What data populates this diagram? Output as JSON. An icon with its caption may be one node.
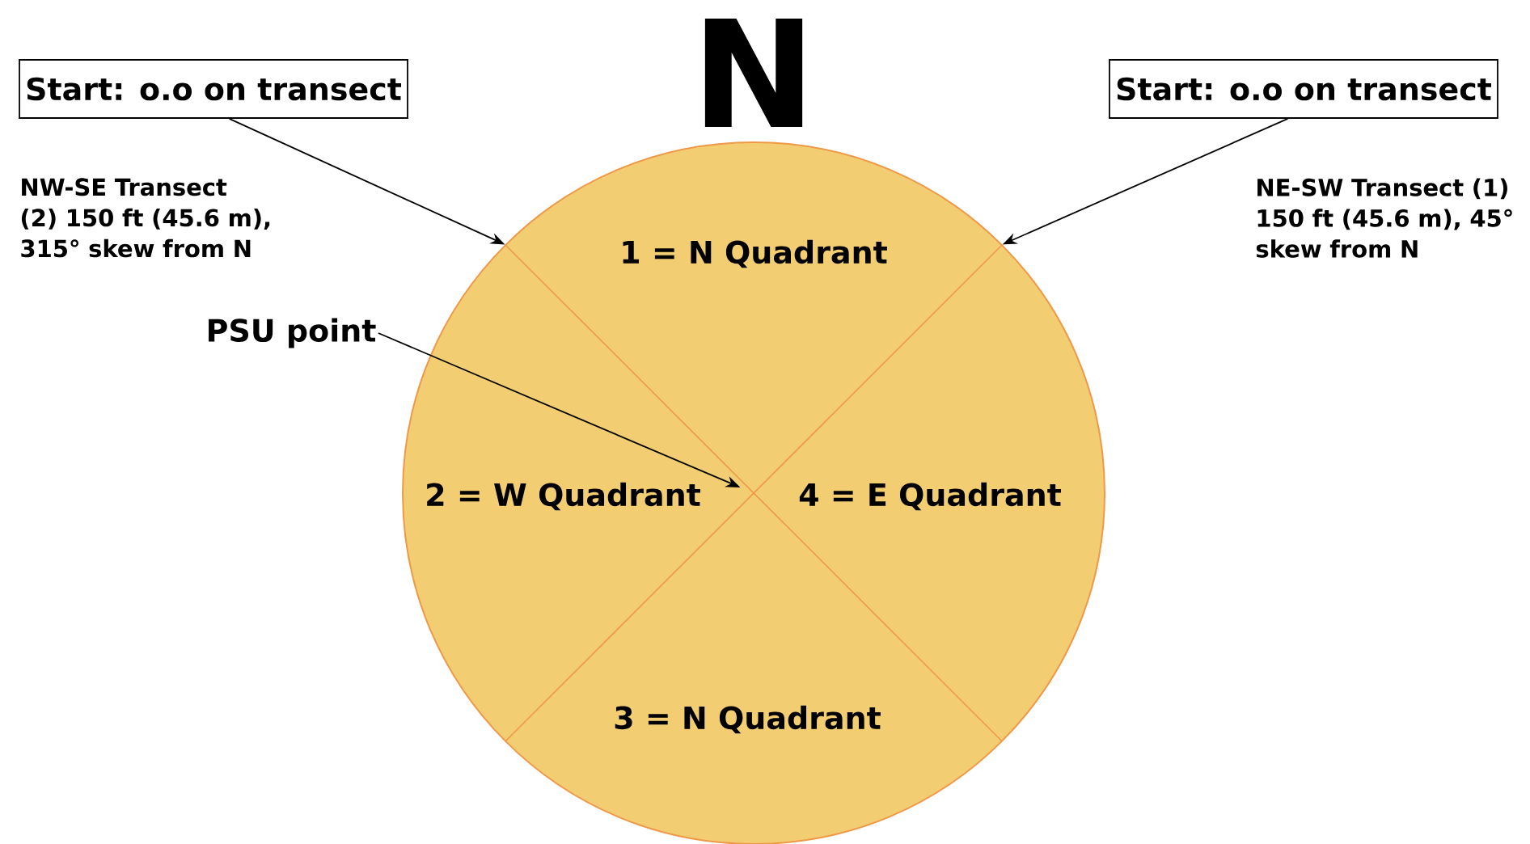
{
  "diagram": {
    "nodes": [
      {
        "text": [
          "1 = N Quadrant",
          "2 = W Quadrant",
          "4 = E Quadrant",
          "3 = N Quadrant"
        ]
      },
      {
        "text": [
          "Start: o.o on transect"
        ]
      },
      {
        "text": [
          "Start: o.o on transect"
        ]
      },
      {
        "text": [
          "PSU point"
        ]
      }
    ],
    "edges": [
      {
        "from": 1,
        "to": 0,
        "arrow": "to"
      },
      {
        "from": 2,
        "to": 0,
        "arrow": "to"
      },
      {
        "from": 3,
        "to": 0,
        "arrow": "to"
      }
    ],
    "labels": [
      "N",
      "NW-SE Transect (2) 150 ft (45.6 m), 315° skew from N",
      "NE-SW Transect (1) 150 ft (45.6 m), 45° skew from N"
    ]
  }
}
